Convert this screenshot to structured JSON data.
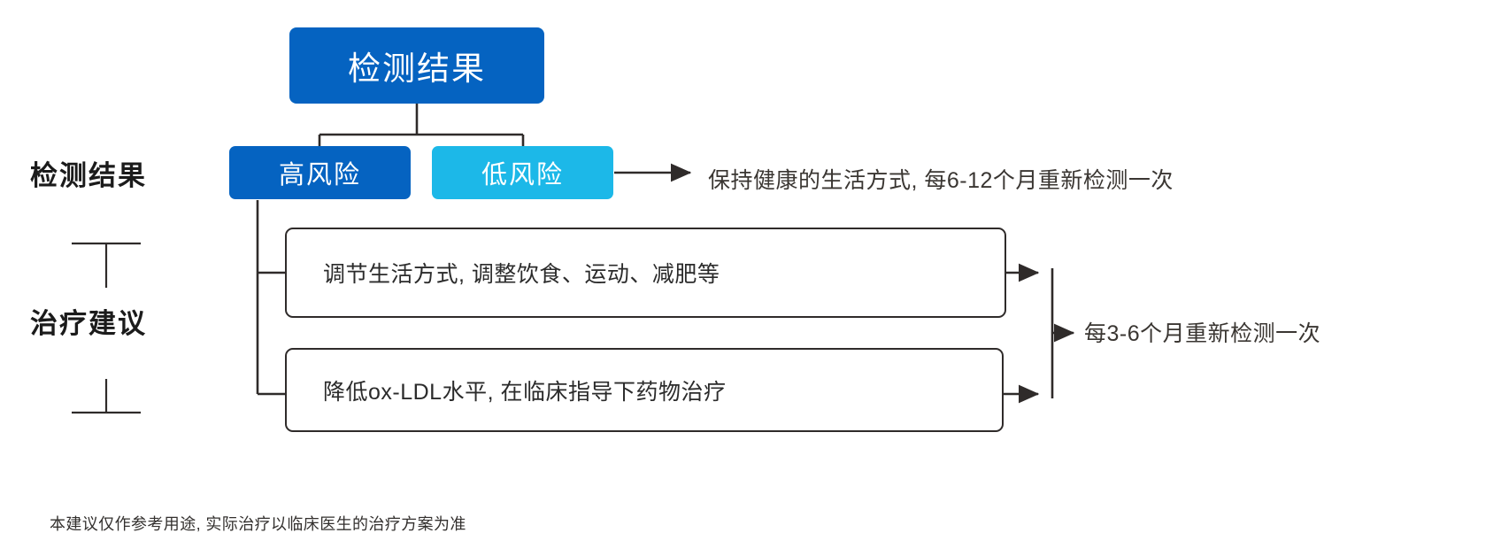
{
  "diagram": {
    "root": {
      "label": "检测结果",
      "color": "#0563C1"
    },
    "branches": [
      {
        "id": "high",
        "label": "高风险",
        "color": "#0563C1"
      },
      {
        "id": "low",
        "label": "低风险",
        "color": "#1CB8E8"
      }
    ],
    "advice_boxes": [
      {
        "id": "lifestyle",
        "text": "调节生活方式, 调整饮食、运动、减肥等"
      },
      {
        "id": "medication",
        "text": "降低ox-LDL水平, 在临床指导下药物治疗"
      }
    ],
    "flow_annotations": [
      {
        "id": "low-followup",
        "text": "保持健康的生活方式, 每6-12个月重新检测一次"
      },
      {
        "id": "high-followup",
        "text": "每3-6个月重新检测一次"
      }
    ],
    "side_labels": [
      {
        "id": "results",
        "text": "检测结果"
      },
      {
        "id": "advice",
        "text": "治疗建议"
      }
    ],
    "footer": {
      "note": "本建议仅作参考用途, 实际治疗以临床医生的治疗方案为准"
    },
    "line_color": "#2f2b2a"
  }
}
